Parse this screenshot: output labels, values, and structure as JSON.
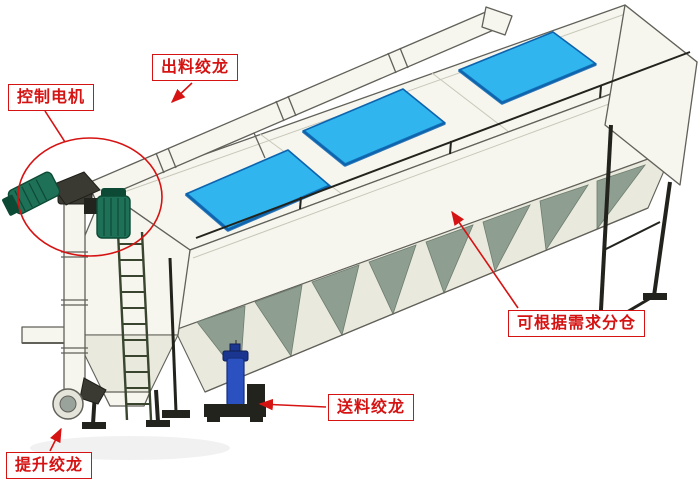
{
  "figure": {
    "annotations": [
      {
        "id": "control-motor",
        "text": "控制电机"
      },
      {
        "id": "discharge-auger",
        "text": "出料绞龙"
      },
      {
        "id": "compartment-note",
        "text": "可根据需求分仓"
      },
      {
        "id": "feed-auger",
        "text": "送料绞龙"
      },
      {
        "id": "lift-auger",
        "text": "提升绞龙"
      }
    ],
    "colors": {
      "annotation_red": "#d61313",
      "lid_blue": "#31b5ee",
      "lid_blue_dark": "#0d63ad",
      "motor_green": "#1e7157",
      "motor_green_dark": "#0d4a36",
      "body_fill": "#f6f6ee",
      "body_shade": "#e9e9dd",
      "body_stroke": "#61615a",
      "hopper_shadow": "#8e9e91",
      "pump_blue": "#2b50c0",
      "frame_dark": "#23231d"
    }
  }
}
